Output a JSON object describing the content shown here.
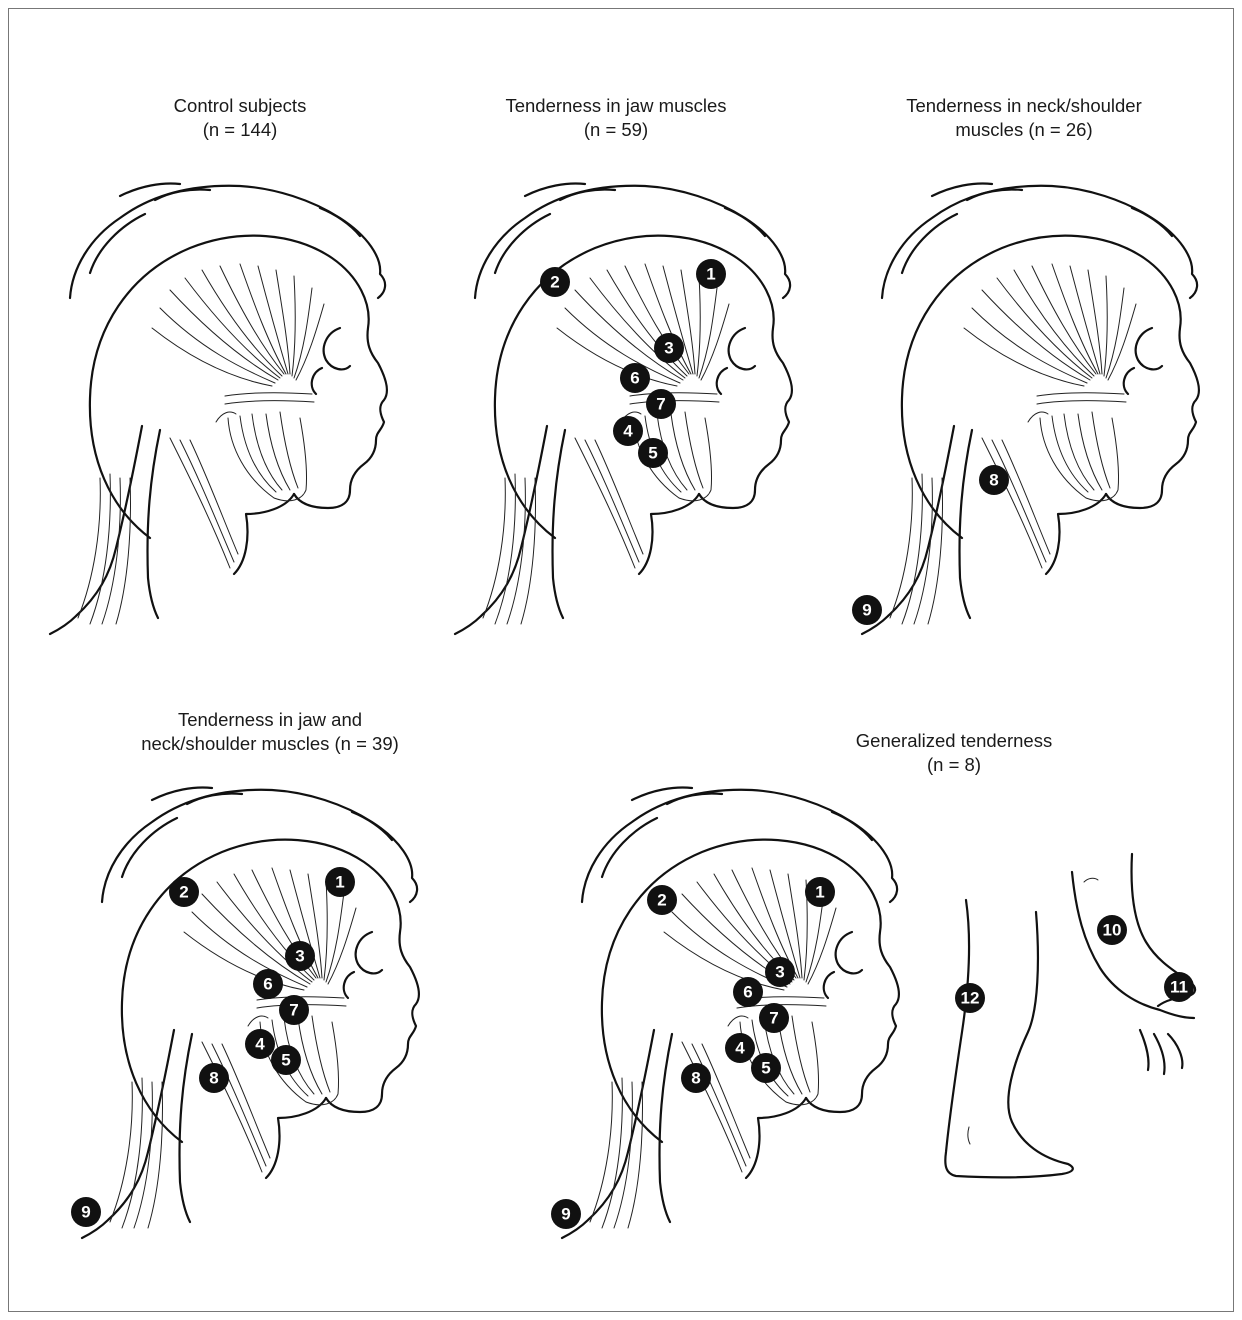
{
  "panels": [
    {
      "title_line1": "Control subjects",
      "title_line2": "(n = 144)",
      "markers": []
    },
    {
      "title_line1": "Tenderness in jaw muscles",
      "title_line2": "(n = 59)",
      "markers": [
        "1",
        "2",
        "3",
        "4",
        "5",
        "6",
        "7"
      ]
    },
    {
      "title_line1": "Tenderness in neck/shoulder",
      "title_line2": "muscles (n = 26)",
      "markers": [
        "8",
        "9"
      ]
    },
    {
      "title_line1": "Tenderness in jaw and",
      "title_line2": "neck/shoulder muscles (n = 39)",
      "markers": [
        "1",
        "2",
        "3",
        "4",
        "5",
        "6",
        "7",
        "8",
        "9"
      ]
    },
    {
      "title_line1": "Generalized tenderness",
      "title_line2": "(n = 8)",
      "markers": [
        "1",
        "2",
        "3",
        "4",
        "5",
        "6",
        "7",
        "8",
        "9",
        "10",
        "11",
        "12"
      ]
    }
  ]
}
